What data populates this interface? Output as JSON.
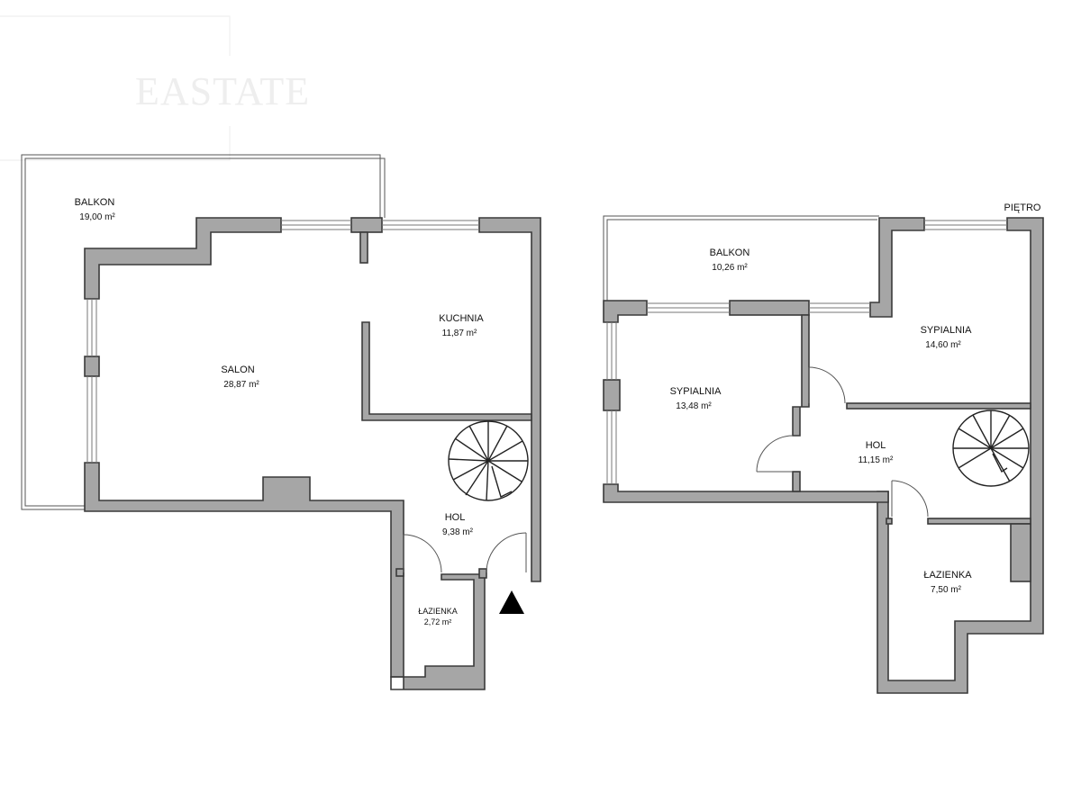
{
  "watermark": {
    "text": "EASTATE"
  },
  "plans": [
    {
      "rooms": [
        {
          "name": "BALKON",
          "area": "19,00 m²"
        },
        {
          "name": "SALON",
          "area": "28,87 m²"
        },
        {
          "name": "KUCHNIA",
          "area": "11,87 m²"
        },
        {
          "name": "HOL",
          "area": "9,38 m²"
        },
        {
          "name": "ŁAZIENKA",
          "area": "2,72 m²"
        }
      ]
    },
    {
      "floor_label": "PIĘTRO",
      "rooms": [
        {
          "name": "BALKON",
          "area": "10,26 m²"
        },
        {
          "name": "SYPIALNIA",
          "area": "14,60 m²"
        },
        {
          "name": "SYPIALNIA",
          "area": "13,48 m²"
        },
        {
          "name": "HOL",
          "area": "11,15 m²"
        },
        {
          "name": "ŁAZIENKA",
          "area": "7,50 m²"
        }
      ]
    }
  ]
}
